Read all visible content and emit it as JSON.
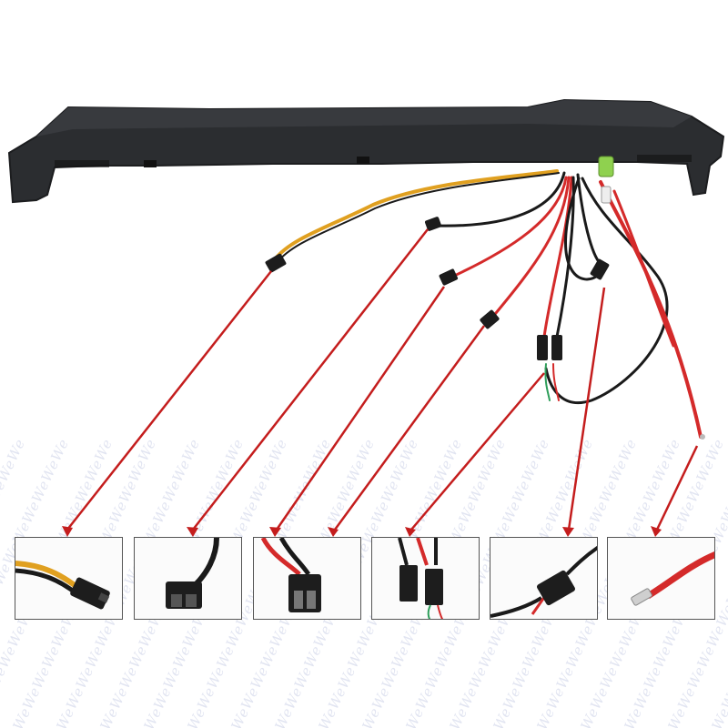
{
  "watermark": {
    "text": "WeWeWeWeWeWeWeWeWeWeWeWeWeWeWe"
  },
  "colors": {
    "body": "#2b2d30",
    "body_edge": "#1c1d1f",
    "wire_yellow": "#e0a020",
    "wire_red": "#d42a2a",
    "wire_black": "#1a1a1a",
    "wire_green": "#2e9e5a",
    "connector_green": "#8fd14f",
    "callout": "#c41d1d",
    "thumb_border": "#555555"
  },
  "callouts": [
    {
      "name": "yellow-black-connector"
    },
    {
      "name": "black-wire-connector"
    },
    {
      "name": "red-black-connector"
    },
    {
      "name": "double-connector"
    },
    {
      "name": "black-plug-connector"
    },
    {
      "name": "red-wire-terminal"
    }
  ]
}
